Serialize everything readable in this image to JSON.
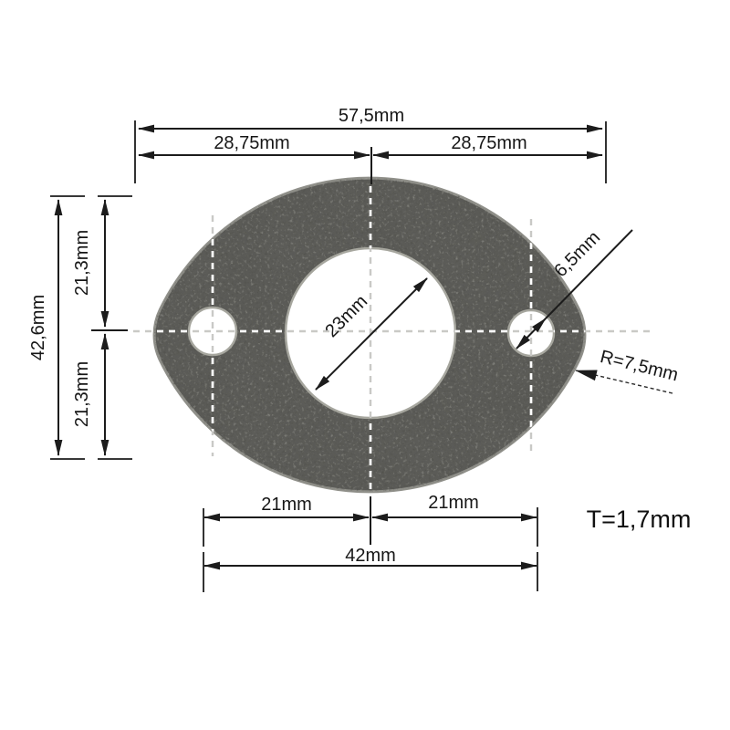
{
  "drawing": {
    "title": "gasket-dimension-drawing",
    "labels": {
      "width_total": "57,5mm",
      "width_left_half": "28,75mm",
      "width_right_half": "28,75mm",
      "height_total": "42,6mm",
      "height_top_half": "21,3mm",
      "height_bottom_half": "21,3mm",
      "bore_diameter": "23mm",
      "bolt_hole_diameter": "6,5mm",
      "corner_radius": "R=7,5mm",
      "bolt_spacing_left": "21mm",
      "bolt_spacing_right": "21mm",
      "bolt_spacing_total": "42mm",
      "thickness": "T=1,7mm"
    },
    "colors": {
      "background": "#ffffff",
      "line": "#1c1c1c",
      "gasket_fill": "#5a5a56",
      "gasket_edge": "#90908a",
      "centerline_outside": "#c9c9c6",
      "centerline_on_gasket": "#ffffff",
      "hole_fill": "#ffffff"
    }
  }
}
